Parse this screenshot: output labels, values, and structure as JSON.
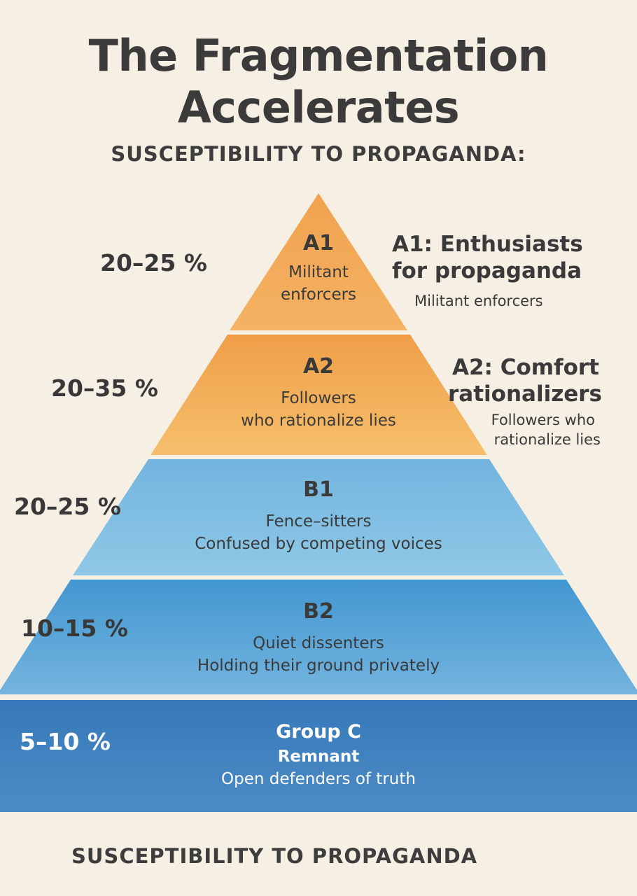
{
  "title_line1": "The Fragmentation",
  "title_line2": "Accelerates",
  "subtitle_top": "SUSCEPTIBILITY TO PROPAGANDA:",
  "subtitle_bottom": "SUSCEPTIBILITY TO PROPAGANDA",
  "colors": {
    "background": "#f6efe3",
    "orange_light": "#f6bb68",
    "orange_dark": "#ee9e47",
    "blue_light": "#83c2e4",
    "blue_mid": "#4d9fd4",
    "blue_dark": "#3f7fbd"
  },
  "tiers": [
    {
      "code": "A1",
      "line1": "Militant",
      "line2": "enforcers",
      "percent": "20–25 %"
    },
    {
      "code": "A2",
      "line1": "Followers",
      "line2": "who rationalize lies",
      "percent": "20–35 %"
    },
    {
      "code": "B1",
      "line1": "Fence–sitters",
      "line2": "Confused by competing voices",
      "percent": "20–25 %"
    },
    {
      "code": "B2",
      "line1": "Quiet dissenters",
      "line2": "Holding their ground privately",
      "percent": "10–15 %"
    },
    {
      "code": "Group C",
      "line1": "Remnant",
      "line2": "Open defenders of truth",
      "percent": "5–10 %"
    }
  ],
  "side_notes": [
    {
      "title1": "A1: Enthusiasts",
      "title2": "for propaganda",
      "sub1": "Militant enforcers"
    },
    {
      "title1": "A2: Comfort",
      "title2": "rationalizers",
      "sub1": "Followers who",
      "sub2": "rationalize lies"
    }
  ]
}
